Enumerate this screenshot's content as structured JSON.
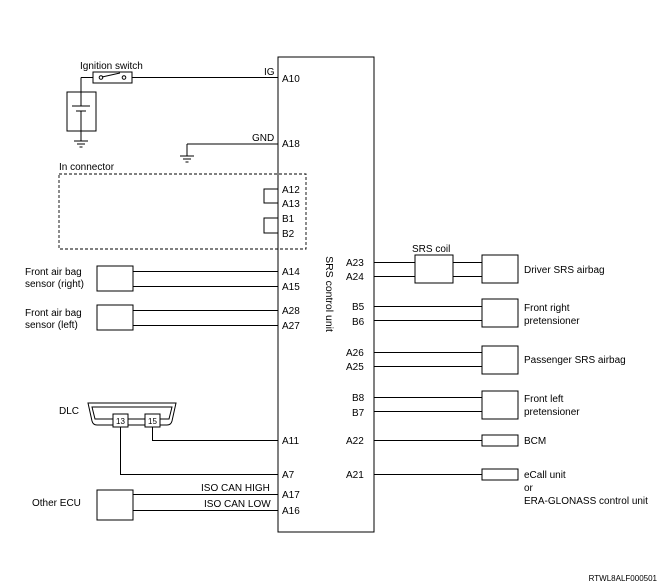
{
  "unit": {
    "label": "SRS control unit"
  },
  "labels": {
    "ignition_switch": "Ignition switch",
    "ig": "IG",
    "gnd": "GND",
    "in_connector": "In connector",
    "front_airbag_sensor_right": [
      "Front air bag",
      "sensor (right)"
    ],
    "front_airbag_sensor_left": [
      "Front air bag",
      "sensor (left)"
    ],
    "dlc": "DLC",
    "dlc_pin_13": "13",
    "dlc_pin_15": "15",
    "other_ecu": "Other ECU",
    "iso_can_high": "ISO CAN HIGH",
    "iso_can_low": "ISO CAN LOW",
    "srs_coil": "SRS coil",
    "driver_srs_airbag": "Driver SRS airbag",
    "front_right_pretensioner": [
      "Front right",
      "pretensioner"
    ],
    "passenger_srs_airbag": "Passenger SRS airbag",
    "front_left_pretensioner": [
      "Front left",
      "pretensioner"
    ],
    "bcm": "BCM",
    "ecall_unit": [
      "eCall unit",
      "or",
      "ERA-GLONASS control unit"
    ],
    "figure_code": "RTWL8ALF000501"
  },
  "pins_left": {
    "a10": "A10",
    "a18": "A18",
    "a12": "A12",
    "a13": "A13",
    "b1": "B1",
    "b2": "B2",
    "a14": "A14",
    "a15": "A15",
    "a28": "A28",
    "a27": "A27",
    "a11": "A11",
    "a7": "A7",
    "a17": "A17",
    "a16": "A16"
  },
  "pins_right": {
    "a23": "A23",
    "a24": "A24",
    "b5": "B5",
    "b6": "B6",
    "a26": "A26",
    "a25": "A25",
    "b8": "B8",
    "b7": "B7",
    "a22": "A22",
    "a21": "A21"
  }
}
